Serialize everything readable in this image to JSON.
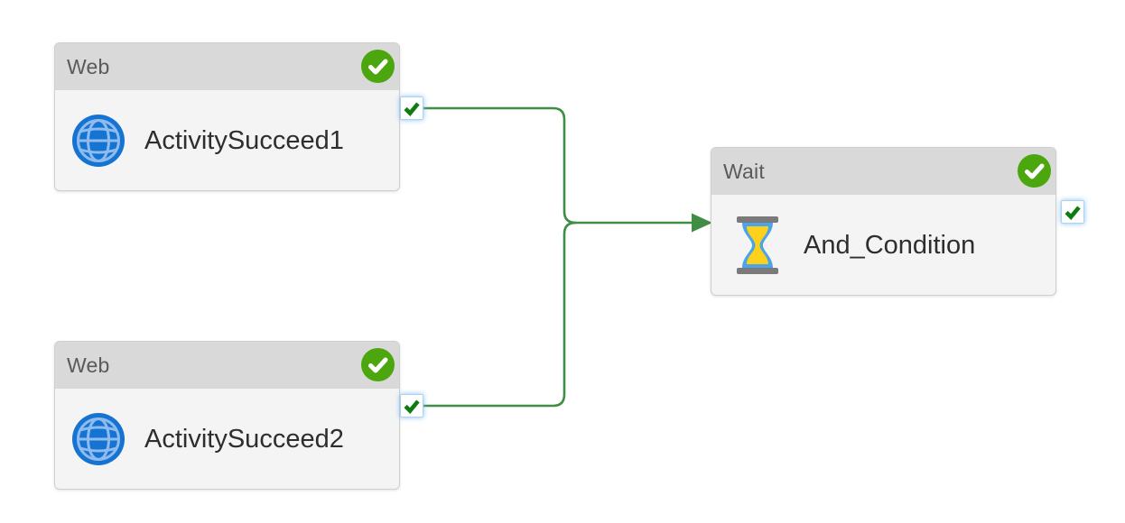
{
  "diagram": {
    "nodes": [
      {
        "type": "Web",
        "name": "ActivitySucceed1",
        "icon": "globe-icon",
        "status": "succeeded"
      },
      {
        "type": "Web",
        "name": "ActivitySucceed2",
        "icon": "globe-icon",
        "status": "succeeded"
      },
      {
        "type": "Wait",
        "name": "And_Condition",
        "icon": "hourglass-icon",
        "status": "succeeded"
      }
    ],
    "edges": [
      {
        "from": "ActivitySucceed1",
        "to": "And_Condition",
        "condition": "success"
      },
      {
        "from": "ActivitySucceed2",
        "to": "And_Condition",
        "condition": "success"
      }
    ],
    "colors": {
      "connector_green": "#3f8e44",
      "status_badge_green": "#4ca60e",
      "port_check_green": "#0e7c12",
      "port_border_blue": "#aed2f1",
      "node_header_bg": "#d9d9d9",
      "node_body_bg": "#f4f4f4",
      "node_border": "#cfcfcf",
      "header_text": "#5a5a5a",
      "name_text": "#2e2e2e",
      "globe_blue": "#1573d2",
      "globe_grid_blue": "#8fbbee",
      "hourglass_frame_gray": "#7a7a7a",
      "hourglass_glass_blue": "#4ba3e8",
      "hourglass_sand_yellow": "#fcd11c"
    }
  }
}
